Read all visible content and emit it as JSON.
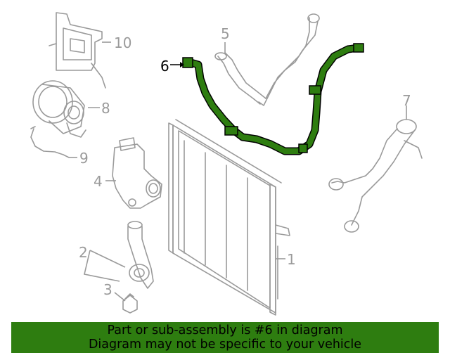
{
  "callouts": [
    "1",
    "2",
    "3",
    "4",
    "5",
    "6",
    "7",
    "8",
    "9",
    "10"
  ],
  "highlighted_part": "6",
  "highlight_color": "#2e7d10",
  "line_color": "#9a9a9a",
  "banner": {
    "line1": "Part or sub-assembly is #6 in diagram",
    "line2": "Diagram may not be specific to your vehicle"
  }
}
